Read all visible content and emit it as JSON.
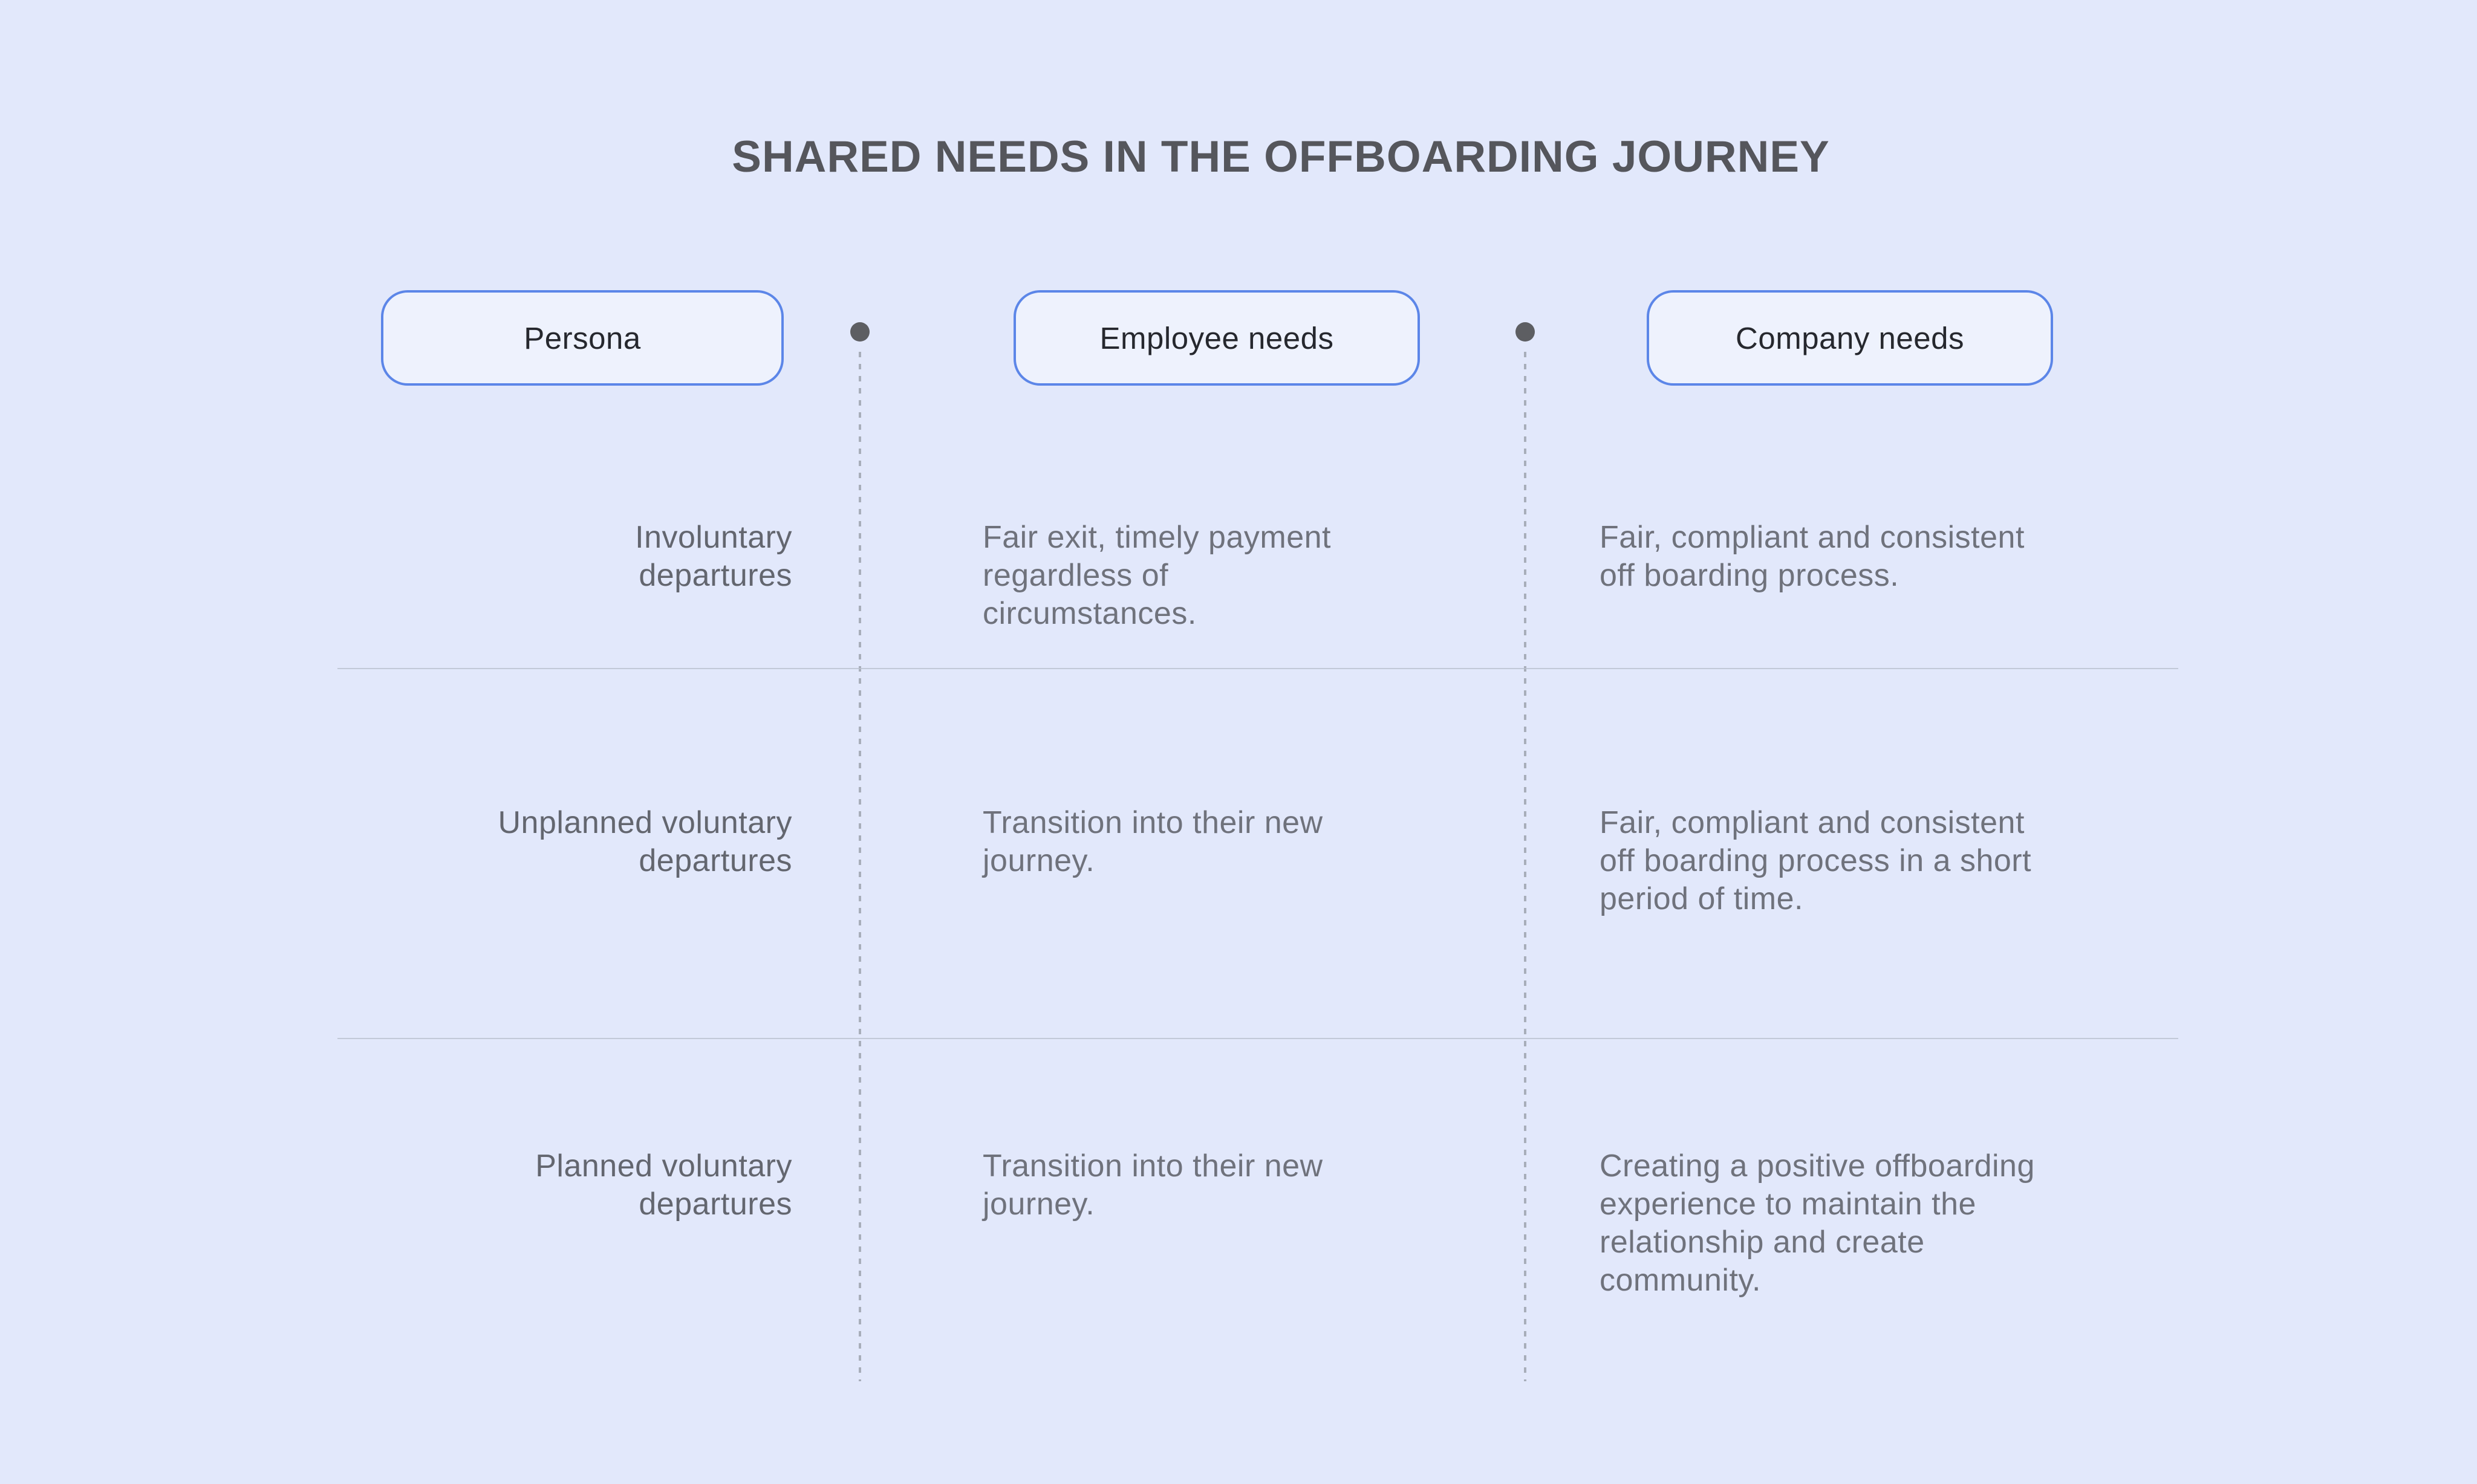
{
  "title": "SHARED NEEDS IN THE OFFBOARDING JOURNEY",
  "columns": [
    {
      "id": "persona",
      "label": "Persona"
    },
    {
      "id": "employee_needs",
      "label": "Employee needs"
    },
    {
      "id": "company_needs",
      "label": "Company needs"
    }
  ],
  "rows": [
    {
      "persona": "Involuntary\ndepartures",
      "employee_needs": "Fair exit, timely payment\nregardless of\ncircumstances.",
      "company_needs": "Fair, compliant and consistent\noff boarding process."
    },
    {
      "persona": "Unplanned voluntary\ndepartures",
      "employee_needs": "Transition into their new\njourney.",
      "company_needs": "Fair, compliant and consistent\noff boarding process in a short\nperiod of time."
    },
    {
      "persona": "Planned voluntary\ndepartures",
      "employee_needs": "Transition into their new\njourney.",
      "company_needs": "Creating a positive offboarding\nexperience to maintain the\nrelationship and create\ncommunity."
    }
  ],
  "colors": {
    "background": "#e2e8fb",
    "pill_fill": "#eef2fd",
    "pill_border": "#5c86e8",
    "pill_text": "#26282e",
    "title_text": "#55565c",
    "persona_text": "#63666f",
    "needs_text": "#6f727c",
    "row_divider": "#bac1d0",
    "connector_line": "#a8aeba",
    "connector_dot": "#5d5e62"
  }
}
